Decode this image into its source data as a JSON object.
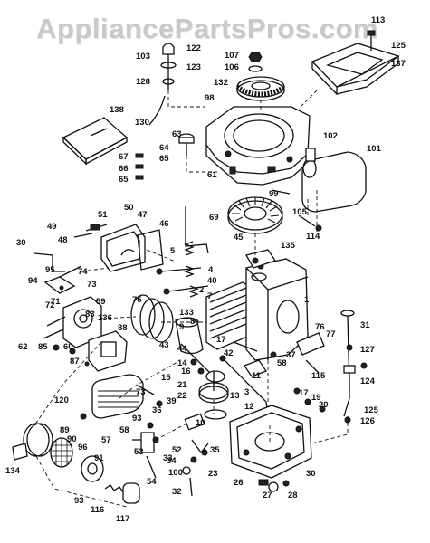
{
  "watermark": "AppliancePartsPros.com",
  "callouts": [
    "113",
    "125",
    "137",
    "122",
    "103",
    "123",
    "107",
    "106",
    "128",
    "132",
    "98",
    "138",
    "130",
    "63",
    "64",
    "65",
    "67",
    "66",
    "65",
    "102",
    "101",
    "61",
    "99",
    "50",
    "51",
    "47",
    "46",
    "69",
    "49",
    "48",
    "30",
    "95",
    "74",
    "73",
    "94",
    "105",
    "114",
    "45",
    "135",
    "5",
    "40",
    "4",
    "7",
    "59",
    "75",
    "72",
    "71",
    "83",
    "136",
    "88",
    "62",
    "85",
    "60",
    "2",
    "133",
    "1",
    "31",
    "76",
    "77",
    "87",
    "17",
    "42",
    "14",
    "37",
    "58",
    "127",
    "115",
    "124",
    "16",
    "15",
    "120",
    "11",
    "21",
    "22",
    "13",
    "17",
    "19",
    "20",
    "73",
    "39",
    "125",
    "12",
    "126",
    "93",
    "36",
    "89",
    "58",
    "10",
    "57",
    "53",
    "90",
    "96",
    "134",
    "91",
    "52",
    "35",
    "34",
    "23",
    "33",
    "100",
    "30",
    "54",
    "32",
    "26",
    "27",
    "28",
    "93",
    "116",
    "117",
    "3",
    "8",
    "9",
    "43",
    "44"
  ]
}
